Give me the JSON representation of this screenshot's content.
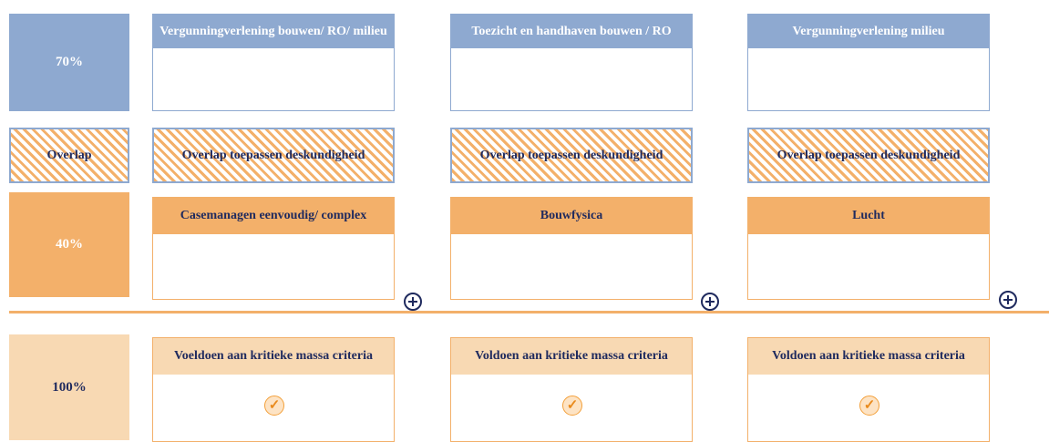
{
  "rows": {
    "top_label": "70%",
    "overlap_label": "Overlap",
    "middle_label": "40%",
    "bottom_label": "100%"
  },
  "columns": [
    {
      "top_header": "Vergunningverlening bouwen/ RO/ milieu",
      "overlap_text": "Overlap toepassen deskundigheid",
      "middle_header": "Casemanagen eenvoudig/ complex",
      "bottom_header": "Voeldoen aan kritieke massa criteria",
      "check_icon": "checkmark-icon",
      "add_icon": "plus-circle-icon"
    },
    {
      "top_header": "Toezicht en handhaven bouwen / RO",
      "overlap_text": "Overlap toepassen deskundigheid",
      "middle_header": "Bouwfysica",
      "bottom_header": "Voldoen aan kritieke massa criteria",
      "check_icon": "checkmark-icon",
      "add_icon": "plus-circle-icon"
    },
    {
      "top_header": "Vergunningverlening milieu",
      "overlap_text": "Overlap toepassen deskundigheid",
      "middle_header": "Lucht",
      "bottom_header": "Voldoen aan kritieke massa criteria",
      "check_icon": "checkmark-icon",
      "add_icon": "plus-circle-icon"
    }
  ],
  "colors": {
    "blue": "#8ea9d0",
    "orange": "#f3b06a",
    "light_orange": "#f8d9b3",
    "navy_text": "#1f2a5e"
  }
}
